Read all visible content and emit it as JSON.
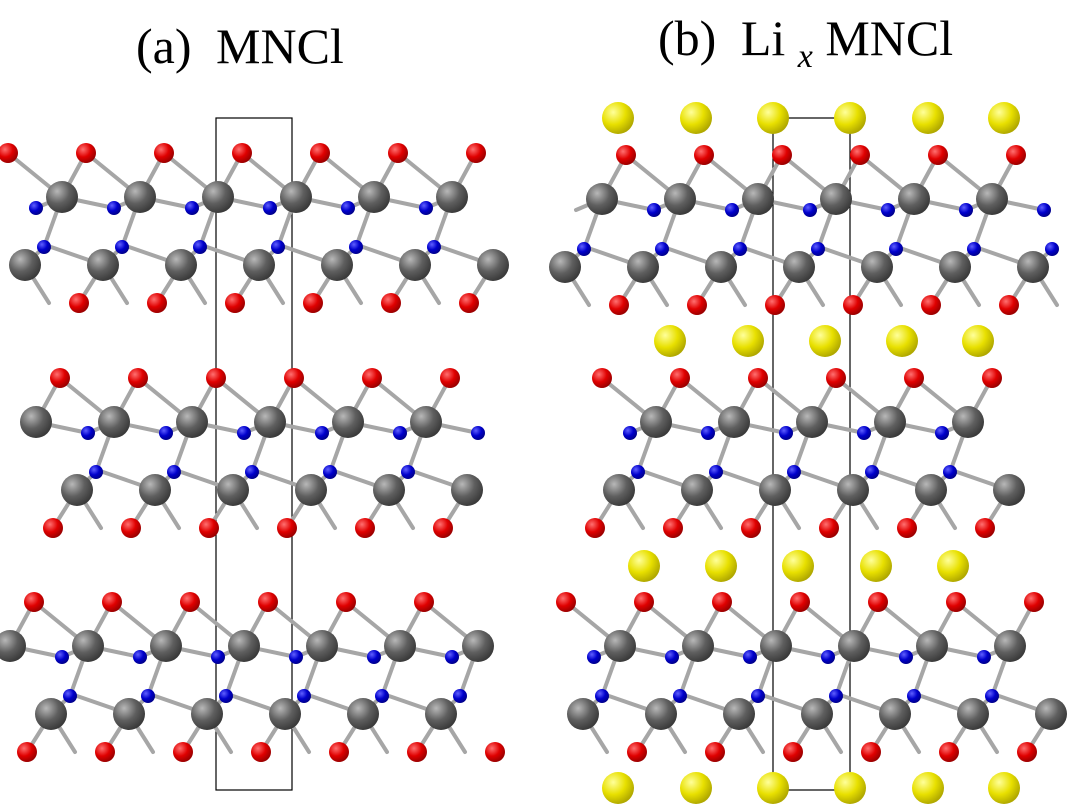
{
  "panels": [
    {
      "label": "(a)",
      "formula_main": "MNCl",
      "formula_prefix": "",
      "formula_sub": "",
      "has_lithium": false
    },
    {
      "label": "(b)",
      "formula_prefix": "Li",
      "formula_sub": "x",
      "formula_main": "MNCl",
      "has_lithium": true
    }
  ],
  "atom_colors": {
    "metal": "#5f5f5f",
    "nitrogen": "#0000cc",
    "chlorine": "#e00000",
    "lithium": "#e8e000",
    "bond": "#a6a6a6"
  }
}
